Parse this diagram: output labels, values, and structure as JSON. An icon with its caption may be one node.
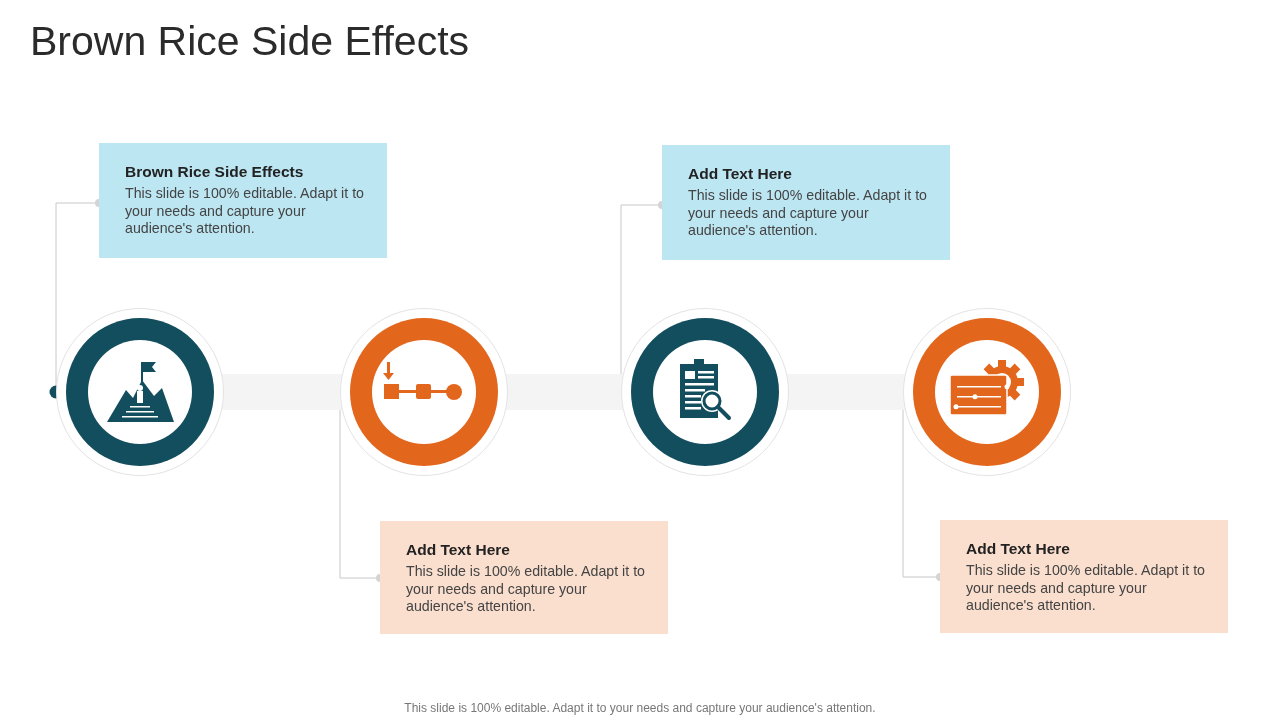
{
  "diagram": {
    "title": "Brown Rice Side Effects",
    "caption": "This slide is 100% editable. Adapt it to your needs and capture your audience's attention.",
    "nodes": [
      {
        "text": [
          "Brown Rice Side Effects",
          "This slide is 100% editable. Adapt it to your needs and capture your audience's attention."
        ]
      },
      {
        "text": [
          "Add Text Here",
          "This slide is 100% editable. Adapt it to your needs and capture your audience's attention."
        ]
      },
      {
        "text": [],
        "shape": "circle"
      },
      {
        "text": [],
        "shape": "circle"
      },
      {
        "text": [],
        "shape": "circle"
      },
      {
        "text": [],
        "shape": "circle"
      },
      {
        "text": [
          "Add Text Here",
          "This slide is 100% editable. Adapt it to your needs and capture your audience's attention."
        ]
      },
      {
        "text": [
          "Add Text Here",
          "This slide is 100% editable. Adapt it to your needs and capture your audience's attention."
        ]
      }
    ],
    "edges": [
      {
        "from": 2,
        "to": 0,
        "arrow": "other"
      },
      {
        "from": 3,
        "to": 6,
        "arrow": "other"
      },
      {
        "from": 4,
        "to": 1,
        "arrow": "other"
      },
      {
        "from": 5,
        "to": 7,
        "arrow": "other"
      },
      {
        "from": 2,
        "to": 3,
        "arrow": "none",
        "style": "thick",
        "color": "#f4f4f4"
      },
      {
        "from": 3,
        "to": 4,
        "arrow": "none",
        "style": "thick",
        "color": "#f4f4f4"
      },
      {
        "from": 4,
        "to": 5,
        "arrow": "none",
        "style": "thick",
        "color": "#f4f4f4"
      }
    ]
  }
}
